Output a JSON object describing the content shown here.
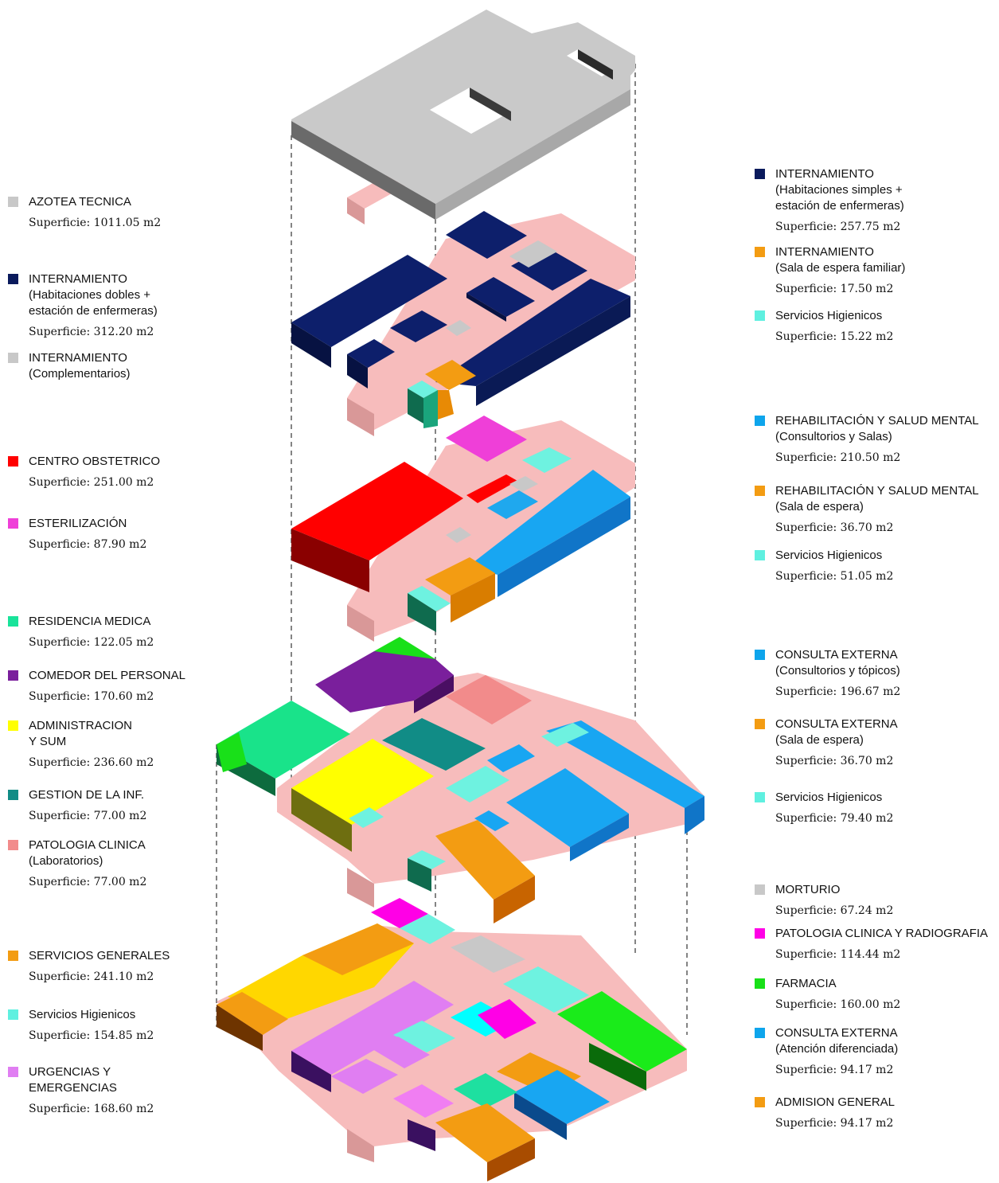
{
  "legend_left": [
    {
      "color": "#c8c8c8",
      "lines": [
        "AZOTEA TECNICA"
      ],
      "area": "Superficie: 1011.05 m2"
    },
    {
      "color": "#0a1a5c",
      "lines": [
        "INTERNAMIENTO",
        "(Habitaciones dobles +",
        "estación de enfermeras)"
      ],
      "area": "Superficie: 312.20 m2"
    },
    {
      "color": "#c8c8c8",
      "lines": [
        "INTERNAMIENTO",
        "(Complementarios)"
      ],
      "area": ""
    },
    {
      "color": "#ff0000",
      "lines": [
        "CENTRO OBSTETRICO"
      ],
      "area": "Superficie: 251.00 m2"
    },
    {
      "color": "#ef3fd8",
      "lines": [
        "ESTERILIZACIÓN"
      ],
      "area": "Superficie: 87.90 m2"
    },
    {
      "color": "#19e39a",
      "lines": [
        "RESIDENCIA MEDICA"
      ],
      "area": "Superficie: 122.05 m2"
    },
    {
      "color": "#7a1f9c",
      "lines": [
        "COMEDOR DEL PERSONAL"
      ],
      "area": "Superficie: 170.60 m2"
    },
    {
      "color": "#ffff00",
      "lines": [
        "ADMINISTRACION",
        "Y SUM"
      ],
      "area": "Superficie: 236.60 m2"
    },
    {
      "color": "#118c86",
      "lines": [
        "GESTION DE LA INF."
      ],
      "area": "Superficie: 77.00 m2"
    },
    {
      "color": "#f28b8b",
      "lines": [
        "PATOLOGIA CLINICA",
        "(Laboratorios)"
      ],
      "area": "Superficie: 77.00 m2"
    },
    {
      "color": "#f39c12",
      "lines": [
        "SERVICIOS GENERALES"
      ],
      "area": "Superficie: 241.10 m2"
    },
    {
      "color": "#5ff0e0",
      "lines": [
        "Servicios Higienicos"
      ],
      "area": "Superficie: 154.85 m2"
    },
    {
      "color": "#e07ef2",
      "lines": [
        "URGENCIAS Y",
        "EMERGENCIAS"
      ],
      "area": "Superficie: 168.60 m2"
    }
  ],
  "legend_right": [
    {
      "color": "#0a1a5c",
      "lines": [
        "INTERNAMIENTO",
        "(Habitaciones simples +",
        "estación de enfermeras)"
      ],
      "area": "Superficie: 257.75 m2"
    },
    {
      "color": "#f39c12",
      "lines": [
        "INTERNAMIENTO",
        "(Sala  de espera familiar)"
      ],
      "area": "Superficie: 17.50 m2"
    },
    {
      "color": "#5ff0e0",
      "lines": [
        "Servicios Higienicos"
      ],
      "area": "Superficie: 15.22 m2"
    },
    {
      "color": "#0ea5ec",
      "lines": [
        "REHABILITACIÓN Y SALUD MENTAL",
        "(Consultorios y Salas)"
      ],
      "area": "Superficie: 210.50 m2"
    },
    {
      "color": "#f39c12",
      "lines": [
        "REHABILITACIÓN  Y SALUD MENTAL",
        "(Sala de espera)"
      ],
      "area": "Superficie: 36.70 m2"
    },
    {
      "color": "#5ff0e0",
      "lines": [
        "Servicios Higienicos"
      ],
      "area": "Superficie: 51.05 m2"
    },
    {
      "color": "#0ea5ec",
      "lines": [
        "CONSULTA EXTERNA",
        "(Consultorios y tópicos)"
      ],
      "area": "Superficie: 196.67 m2"
    },
    {
      "color": "#f39c12",
      "lines": [
        "CONSULTA EXTERNA",
        "(Sala de espera)"
      ],
      "area": "Superficie: 36.70 m2"
    },
    {
      "color": "#5ff0e0",
      "lines": [
        "Servicios Higienicos"
      ],
      "area": "Superficie: 79.40 m2"
    },
    {
      "color": "#c8c8c8",
      "lines": [
        "MORTURIO"
      ],
      "area": "Superficie: 67.24 m2"
    },
    {
      "color": "#ff00e6",
      "lines": [
        "PATOLOGIA CLINICA Y RADIOGRAFIA"
      ],
      "area": "Superficie: 114.44 m2"
    },
    {
      "color": "#18e018",
      "lines": [
        "FARMACIA"
      ],
      "area": "Superficie: 160.00 m2"
    },
    {
      "color": "#0ea5ec",
      "lines": [
        "CONSULTA EXTERNA",
        "(Atención diferenciada)"
      ],
      "area": "Superficie: 94.17 m2"
    },
    {
      "color": "#f39c12",
      "lines": [
        "ADMISION GENERAL"
      ],
      "area": "Superficie: 94.17 m2"
    }
  ]
}
